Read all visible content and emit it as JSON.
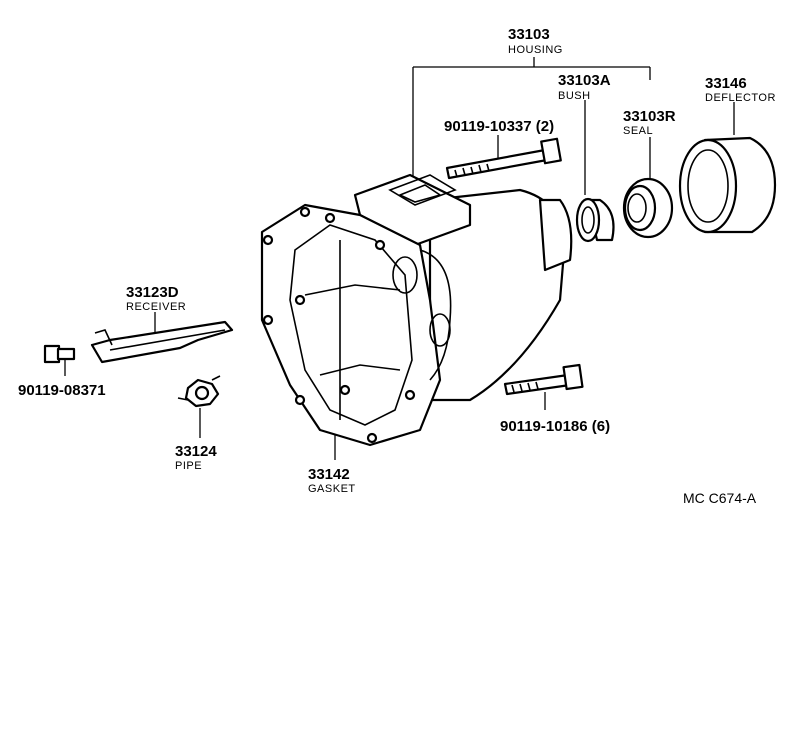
{
  "labels": {
    "housing": {
      "number": "33103",
      "name": "HOUSING"
    },
    "bush": {
      "number": "33103A",
      "name": "BUSH"
    },
    "seal": {
      "number": "33103R",
      "name": "SEAL"
    },
    "deflector": {
      "number": "33146",
      "name": "DEFLECTOR"
    },
    "bolt_top": {
      "number": "90119-10337 (2)"
    },
    "receiver": {
      "number": "33123D",
      "name": "RECEIVER"
    },
    "bolt_small": {
      "number": "90119-08371"
    },
    "pipe": {
      "number": "33124",
      "name": "PIPE"
    },
    "gasket": {
      "number": "33142",
      "name": "GASKET"
    },
    "bolt_bottom": {
      "number": "90119-10186 (6)"
    },
    "diagram_code": "MC  C674-A"
  }
}
